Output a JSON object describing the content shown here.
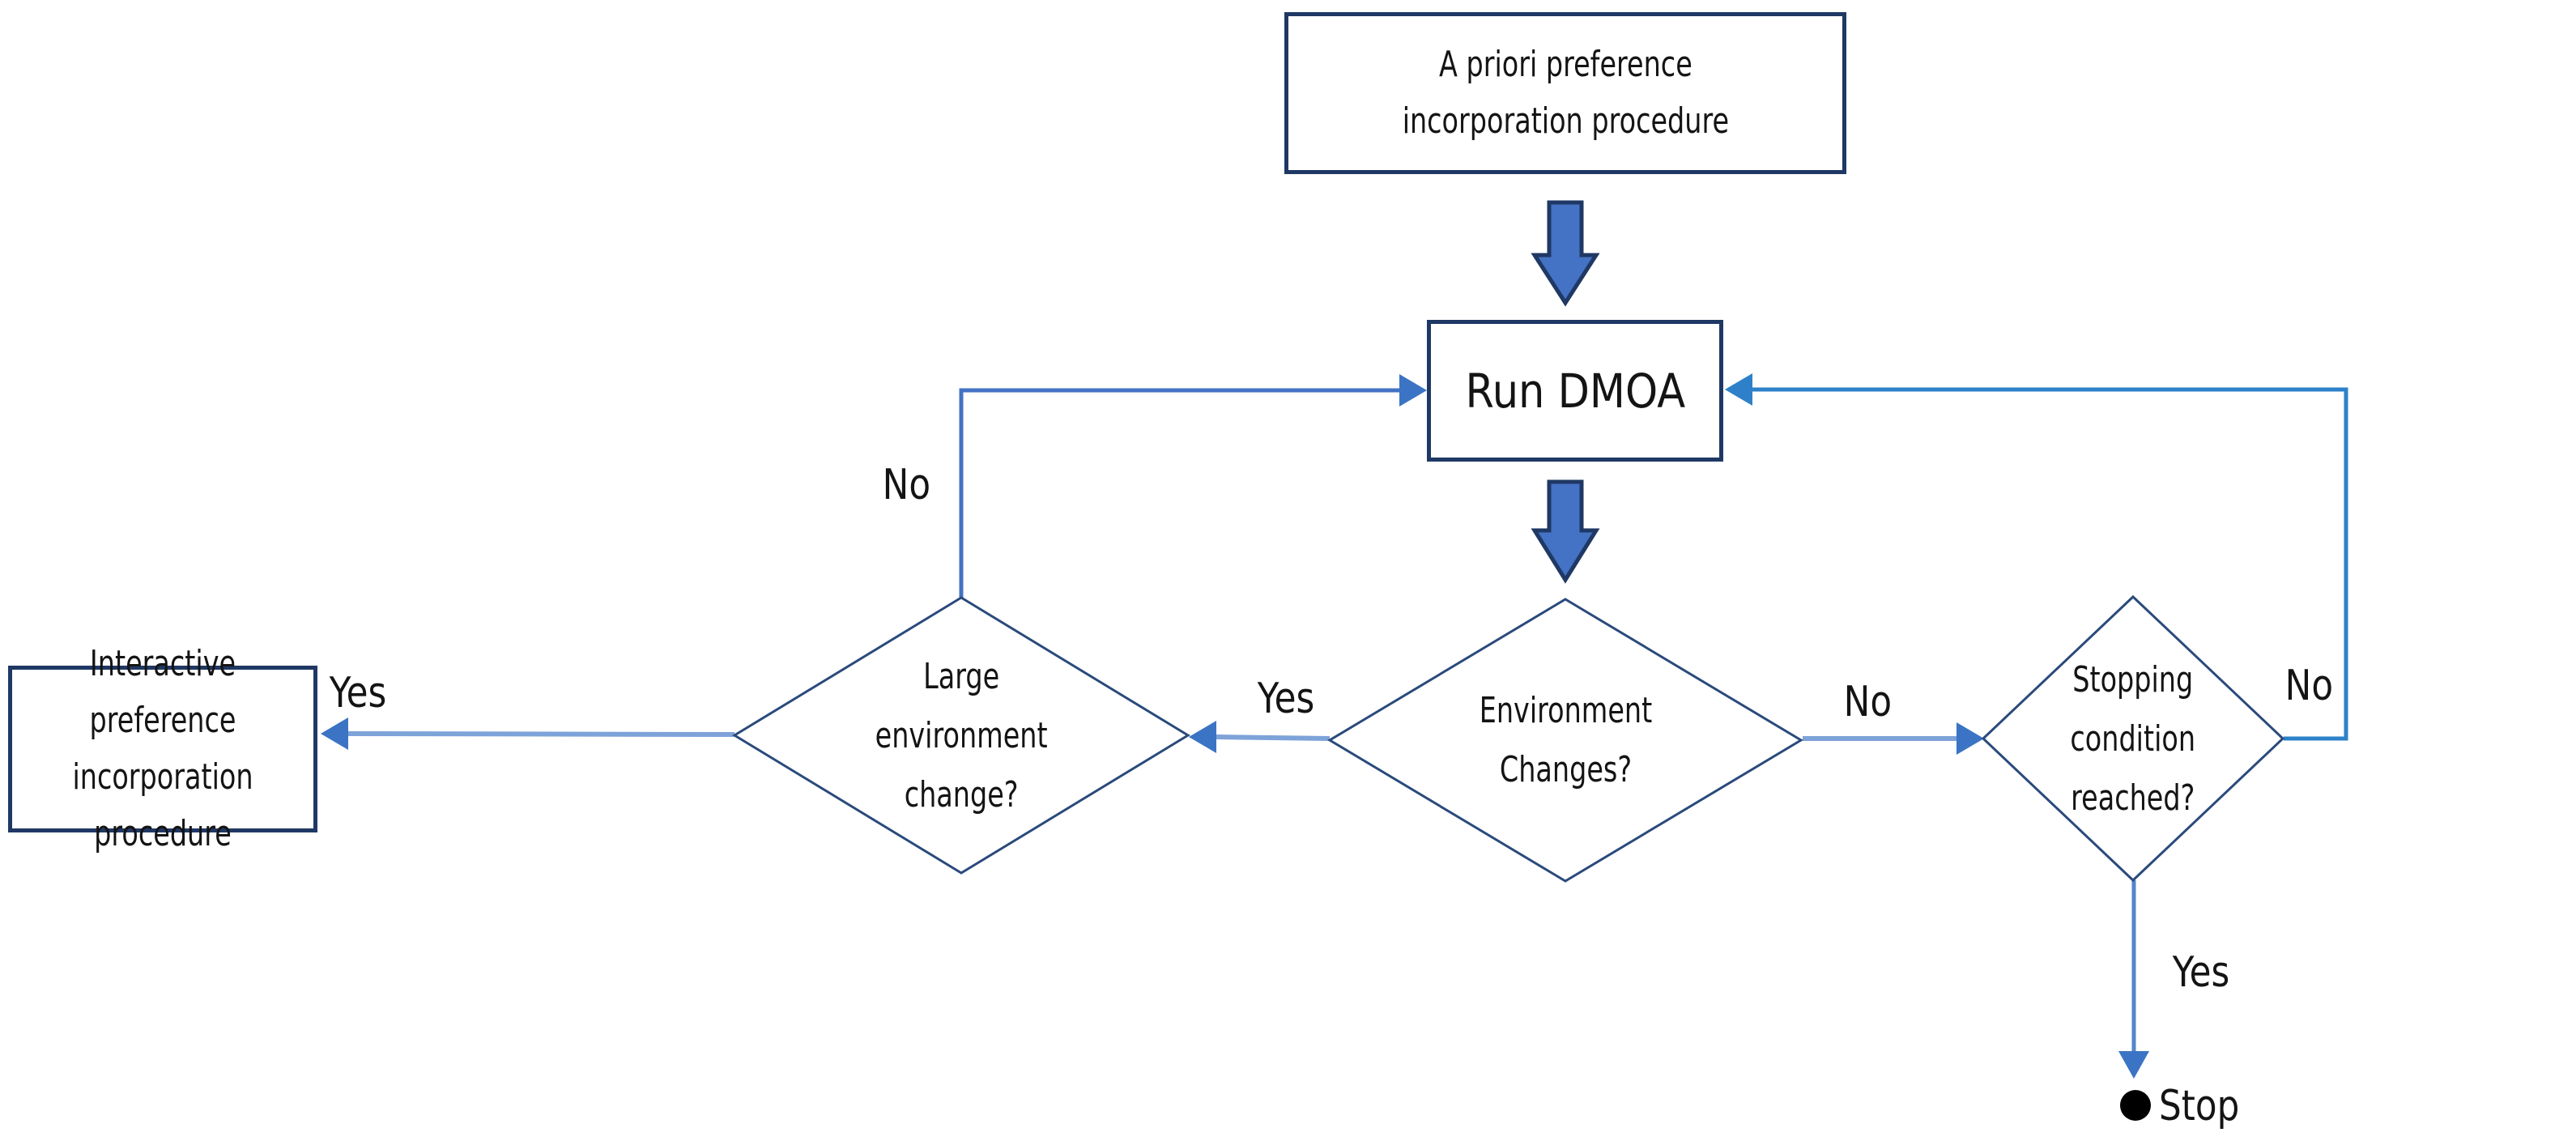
{
  "figure": {
    "type": "flowchart",
    "background": "#ffffff",
    "description_visible_elements": "A priori preference incorporation flowchart for a dynamic multi-objective optimisation algorithm (DMOA)"
  },
  "colors": {
    "box_border": "#1f3864",
    "diamond_border": "#2a4a7c",
    "connector_blue": "#4472c4",
    "connector_light": "#7da3d9",
    "loop_blue": "#2e81c9",
    "thick_arrow_fill": "#4472c4",
    "arrowhead_blue": "#3b74c4",
    "text": "#141414",
    "stop_dot": "#000000"
  },
  "nodes": {
    "a_priori": {
      "shape": "rectangle",
      "label": "A priori preference\nincorporation procedure"
    },
    "run_dmoa": {
      "shape": "rectangle",
      "label": "Run DMOA"
    },
    "interactive": {
      "shape": "rectangle",
      "label": "Interactive preference\nincorporation procedure"
    },
    "env_changes": {
      "shape": "diamond",
      "label": "Environment\nChanges?"
    },
    "large_change": {
      "shape": "diamond",
      "label": "Large\nenvironment\nchange?"
    },
    "stopping": {
      "shape": "diamond",
      "label": "Stopping\ncondition\nreached?"
    },
    "stop": {
      "shape": "terminator-dot",
      "label": "Stop"
    }
  },
  "edges": {
    "a_priori_to_run": {
      "from": "a_priori",
      "to": "run_dmoa",
      "style": "thick-block-arrow"
    },
    "run_to_env": {
      "from": "run_dmoa",
      "to": "env_changes",
      "style": "thick-block-arrow"
    },
    "env_yes": {
      "from": "env_changes",
      "to": "large_change",
      "label": "Yes"
    },
    "env_no": {
      "from": "env_changes",
      "to": "stopping",
      "label": "No"
    },
    "large_yes": {
      "from": "large_change",
      "to": "interactive",
      "label": "Yes"
    },
    "large_no": {
      "from": "large_change",
      "to": "run_dmoa",
      "label": "No"
    },
    "stopping_no": {
      "from": "stopping",
      "to": "run_dmoa",
      "label": "No"
    },
    "stopping_yes": {
      "from": "stopping",
      "to": "stop",
      "label": "Yes"
    }
  }
}
